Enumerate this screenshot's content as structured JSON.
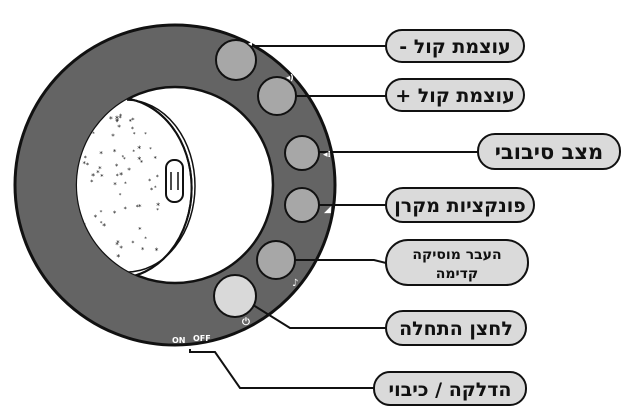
{
  "labels": {
    "volume_down": "עוצמת קול -",
    "volume_up": "עוצמת קול +",
    "rotation_mode": "מצב סיבובי",
    "projector_functions": "פונקציות מקרן",
    "next_music_line1": "העבר מוסיקה",
    "next_music_line2": "קדימה",
    "start_button": "לחצן התחלה",
    "power_toggle": "הדלקה / כיבוי"
  },
  "switch": {
    "on": "ON",
    "off": "OFF"
  },
  "colors": {
    "body": "#646464",
    "button": "#a7a7a7",
    "label_fill": "#dadada",
    "outline": "#111111"
  }
}
